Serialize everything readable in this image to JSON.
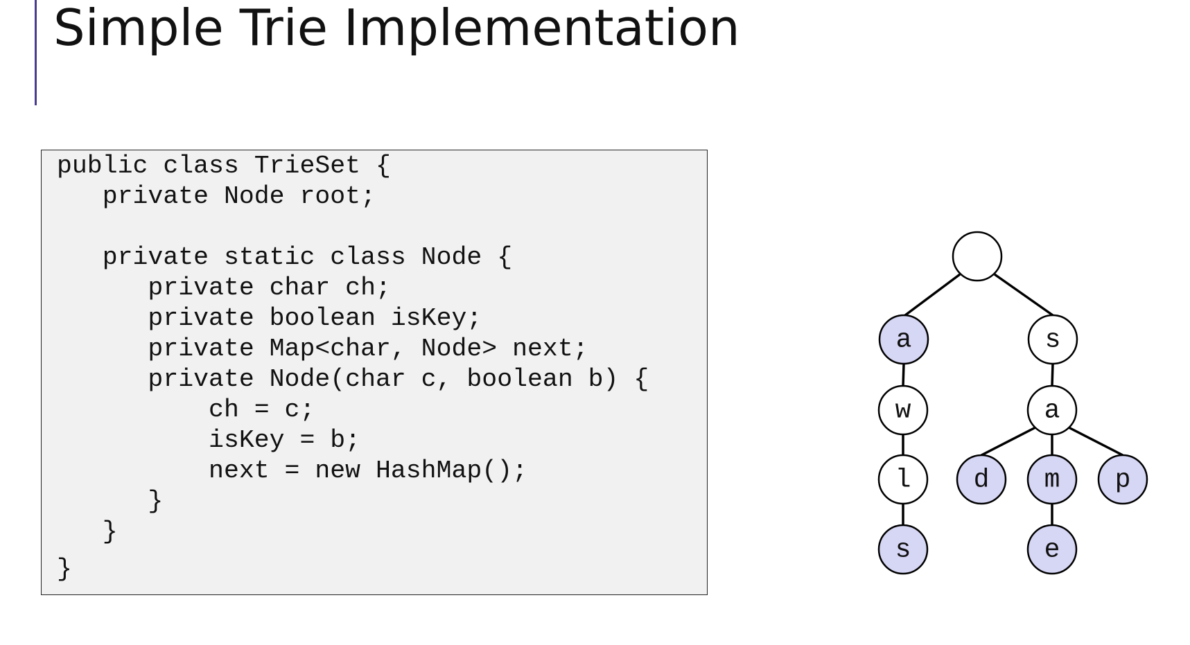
{
  "slide": {
    "title": "Simple Trie Implementation",
    "accent_color": "#4b3b8f"
  },
  "code": {
    "background": "#f1f1f1",
    "lines": [
      "public class TrieSet {",
      "   private Node root;",
      "",
      "   private static class Node {",
      "      private char ch;",
      "      private boolean isKey;",
      "      private Map<char, Node> next;",
      "      private Node(char c, boolean b) {",
      "          ch = c;",
      "          isKey = b;",
      "          next = new HashMap();",
      "      }",
      "   }",
      "}"
    ]
  },
  "trie": {
    "key_fill": "#d6d6f5",
    "nonkey_fill": "#ffffff",
    "nodes": [
      {
        "id": "root",
        "char": "",
        "is_key": false
      },
      {
        "id": "a1",
        "char": "a",
        "is_key": true
      },
      {
        "id": "s1",
        "char": "s",
        "is_key": false
      },
      {
        "id": "w",
        "char": "w",
        "is_key": false
      },
      {
        "id": "l",
        "char": "l",
        "is_key": false
      },
      {
        "id": "s2",
        "char": "s",
        "is_key": true
      },
      {
        "id": "a2",
        "char": "a",
        "is_key": false
      },
      {
        "id": "d",
        "char": "d",
        "is_key": true
      },
      {
        "id": "m",
        "char": "m",
        "is_key": true
      },
      {
        "id": "p",
        "char": "p",
        "is_key": true
      },
      {
        "id": "e",
        "char": "e",
        "is_key": true
      }
    ],
    "edges": [
      [
        "root",
        "a1"
      ],
      [
        "root",
        "s1"
      ],
      [
        "a1",
        "w"
      ],
      [
        "w",
        "l"
      ],
      [
        "l",
        "s2"
      ],
      [
        "s1",
        "a2"
      ],
      [
        "a2",
        "d"
      ],
      [
        "a2",
        "m"
      ],
      [
        "a2",
        "p"
      ],
      [
        "m",
        "e"
      ]
    ]
  }
}
